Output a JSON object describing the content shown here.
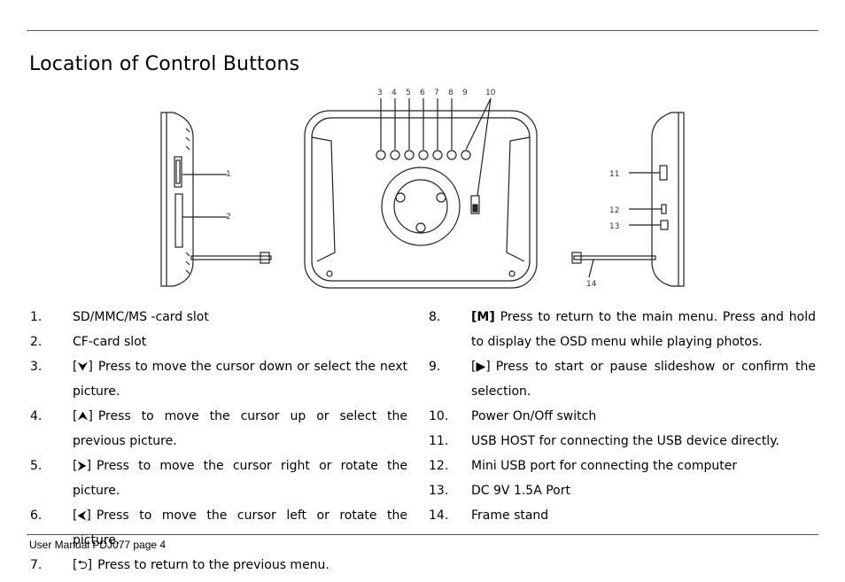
{
  "page": {
    "title": "Location of Control Buttons",
    "footer": "User Manual PDJ077 page 4"
  },
  "figure": {
    "callouts": [
      "1",
      "2",
      "3",
      "4",
      "5",
      "6",
      "7",
      "8",
      "9",
      "10",
      "11",
      "12",
      "13",
      "14"
    ]
  },
  "items_left": [
    {
      "num": "1.",
      "symbol": "",
      "text": "SD/MMC/MS -card slot"
    },
    {
      "num": "2.",
      "symbol": "",
      "text": "CF-card slot"
    },
    {
      "num": "3.",
      "symbol": "[⮟]",
      "text": "Press to move the cursor down or select the next picture."
    },
    {
      "num": "4.",
      "symbol": "[⮝]",
      "text": "Press to move the cursor up or select the previous picture."
    },
    {
      "num": "5.",
      "symbol": "[⮞]",
      "text": "Press to move the cursor right or rotate the picture."
    },
    {
      "num": "6.",
      "symbol": "[⮜]",
      "text": "Press to move the cursor left or rotate the picture."
    },
    {
      "num": "7.",
      "symbol": "[⮌]",
      "text": "Press to return to the previous menu."
    }
  ],
  "items_right": [
    {
      "num": "8.",
      "symbol": "[M]",
      "text": "Press to return to the main menu. Press and hold to display the OSD menu while playing photos."
    },
    {
      "num": "9.",
      "symbol": "[▶]",
      "text": "Press to start or pause slideshow or confirm the selection."
    },
    {
      "num": "10.",
      "symbol": "",
      "text": "Power On/Off switch"
    },
    {
      "num": "11.",
      "symbol": "",
      "text": "USB HOST for connecting the USB device directly."
    },
    {
      "num": "12.",
      "symbol": "",
      "text": "Mini USB port for connecting the computer"
    },
    {
      "num": "13.",
      "symbol": "",
      "text": "DC 9V 1.5A Port"
    },
    {
      "num": "14.",
      "symbol": "",
      "text": "Frame stand"
    }
  ]
}
